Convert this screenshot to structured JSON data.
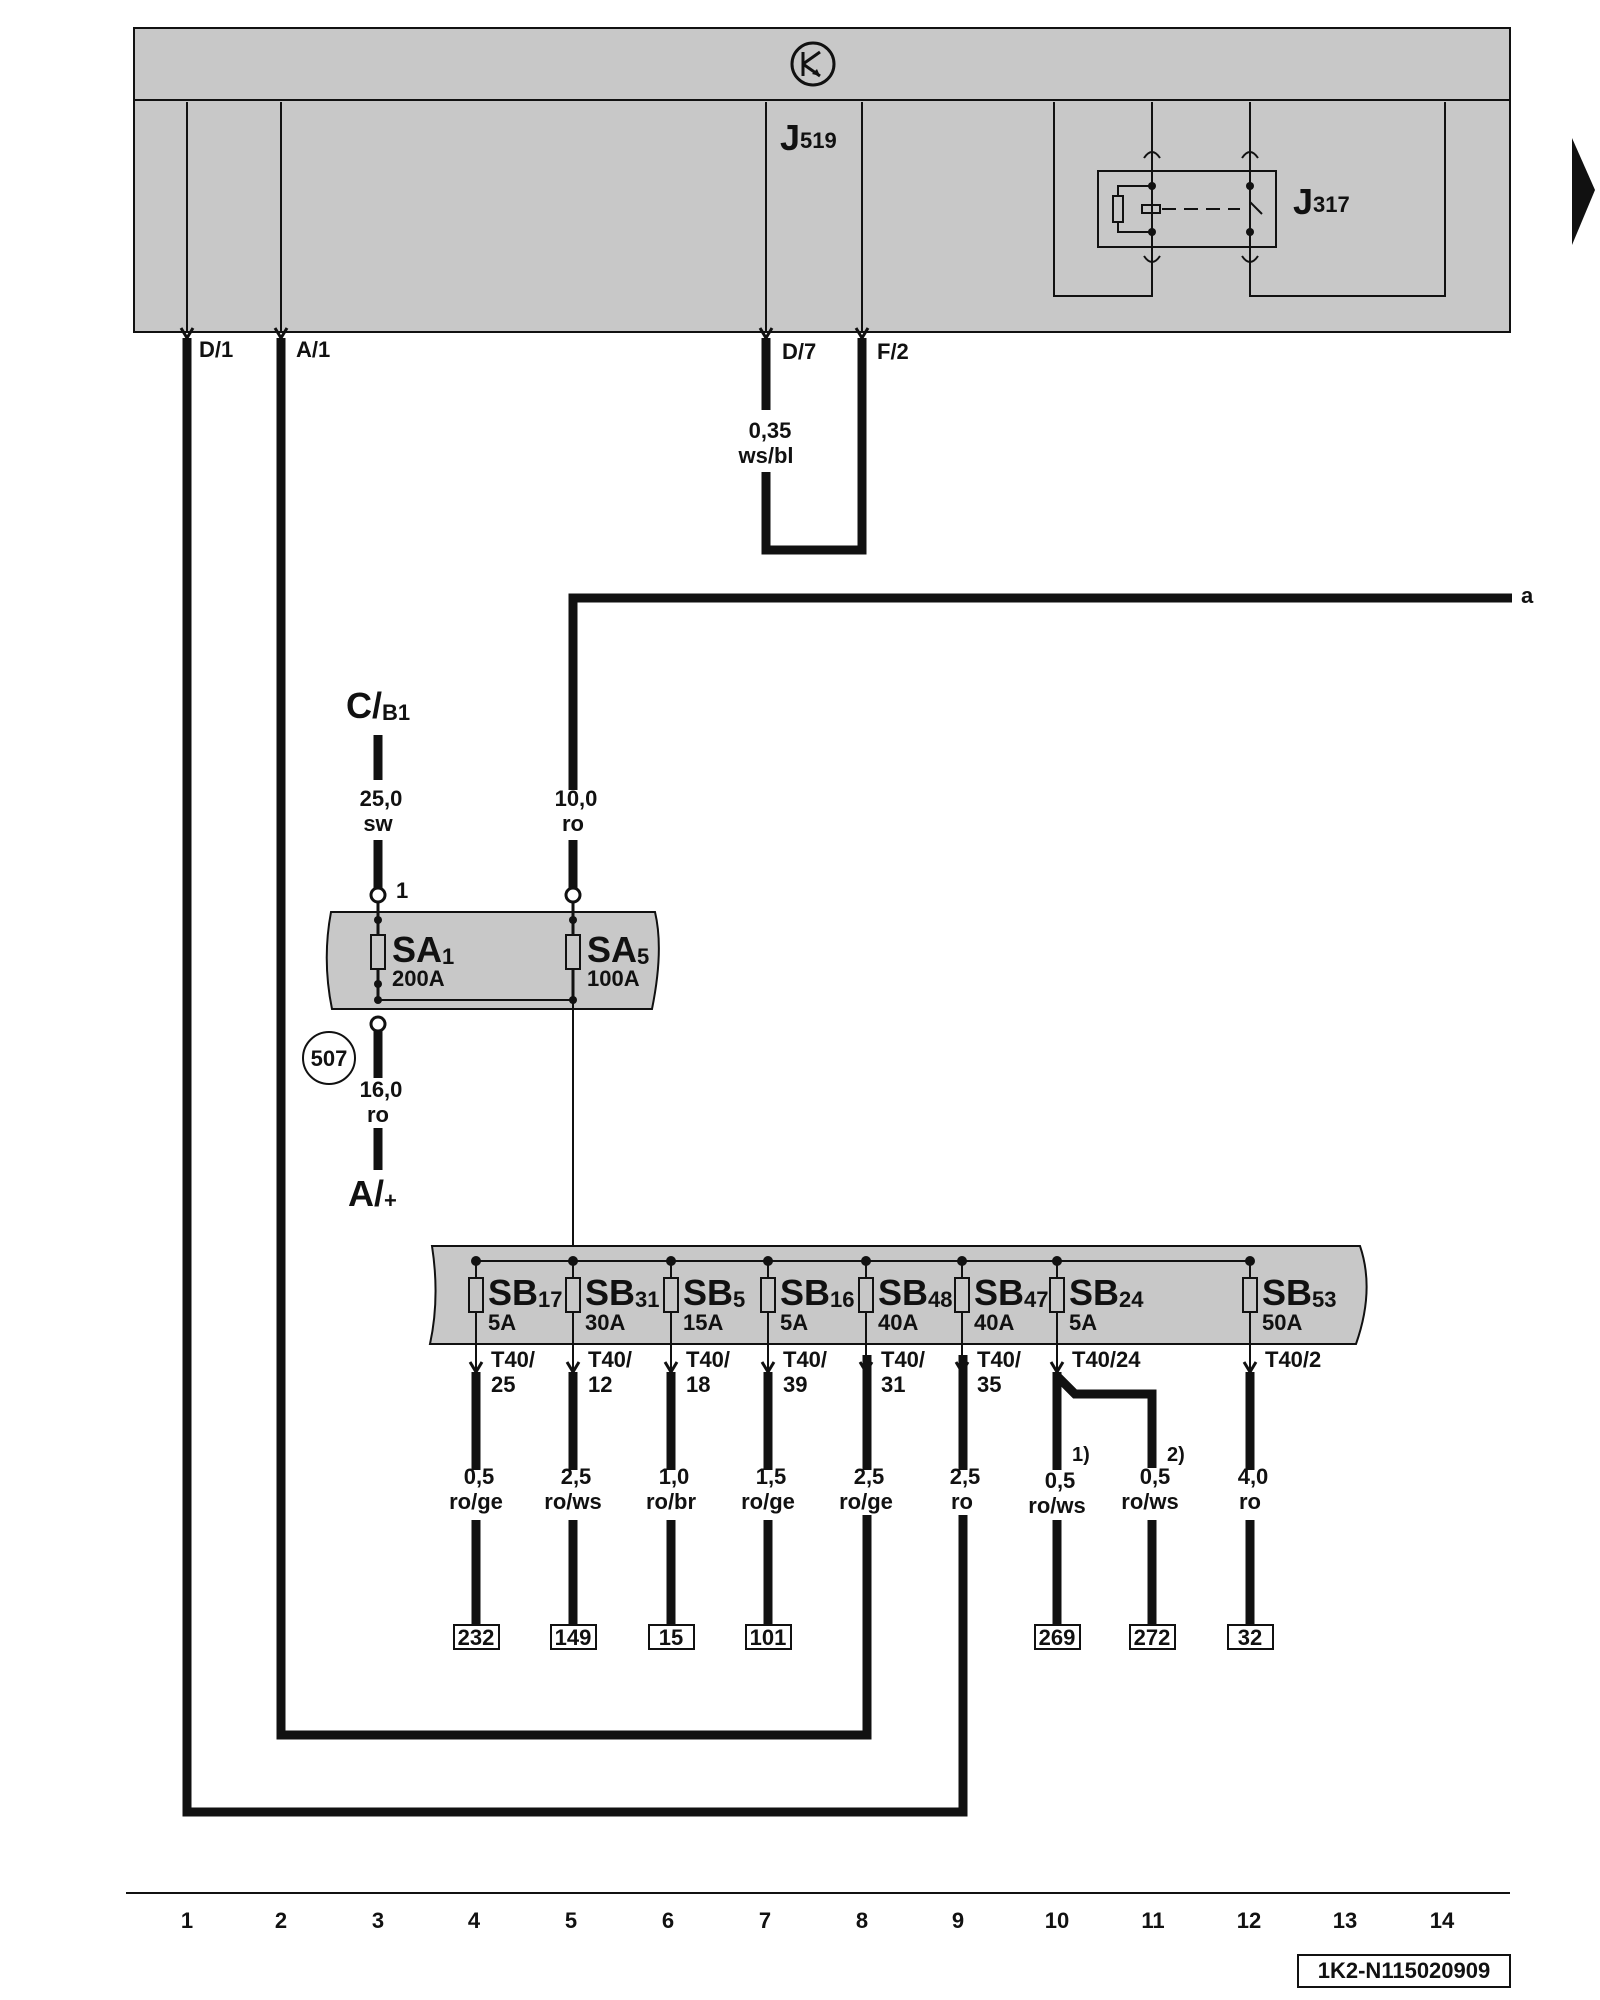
{
  "ecu": {
    "name": "J",
    "sub": "519",
    "pins": [
      {
        "id": "D/1"
      },
      {
        "id": "A/1"
      },
      {
        "id": "D/7"
      },
      {
        "id": "F/2"
      }
    ]
  },
  "relay": {
    "name": "J",
    "sub": "317"
  },
  "wire_d7": {
    "gauge": "0,35",
    "color": "ws/bl"
  },
  "ref_a": "a",
  "supply_top": {
    "name": "C/",
    "sub": "B1"
  },
  "supply_bottom": {
    "name": "A/",
    "sub": "+"
  },
  "feed_wires": [
    {
      "gauge": "25,0",
      "color": "sw"
    },
    {
      "gauge": "10,0",
      "color": "ro"
    }
  ],
  "terminal_1": "1",
  "connector_507": "507",
  "wire_bottom": {
    "gauge": "16,0",
    "color": "ro"
  },
  "sa_fuses": [
    {
      "name": "SA",
      "sub": "1",
      "rating": "200A"
    },
    {
      "name": "SA",
      "sub": "5",
      "rating": "100A"
    }
  ],
  "sb_fuses": [
    {
      "name": "SB",
      "sub": "17",
      "rating": "5A",
      "conn1": "T40/",
      "conn2": "25",
      "gauge": "0,5",
      "color": "ro/ge",
      "dest": "232"
    },
    {
      "name": "SB",
      "sub": "31",
      "rating": "30A",
      "conn1": "T40/",
      "conn2": "12",
      "gauge": "2,5",
      "color": "ro/ws",
      "dest": "149"
    },
    {
      "name": "SB",
      "sub": "5",
      "rating": "15A",
      "conn1": "T40/",
      "conn2": "18",
      "gauge": "1,0",
      "color": "ro/br",
      "dest": "15"
    },
    {
      "name": "SB",
      "sub": "16",
      "rating": "5A",
      "conn1": "T40/",
      "conn2": "39",
      "gauge": "1,5",
      "color": "ro/ge",
      "dest": "101"
    },
    {
      "name": "SB",
      "sub": "48",
      "rating": "40A",
      "conn1": "T40/",
      "conn2": "31",
      "gauge": "2,5",
      "color": "ro/ge",
      "dest": ""
    },
    {
      "name": "SB",
      "sub": "47",
      "rating": "40A",
      "conn1": "T40/",
      "conn2": "35",
      "gauge": "2,5",
      "color": "ro",
      "dest": ""
    },
    {
      "name": "SB",
      "sub": "24",
      "rating": "5A",
      "conn1": "T40/24",
      "conn2": "",
      "gauge": "0,5",
      "color": "ro/ws",
      "dest": "269"
    },
    {
      "name": "SB",
      "sub": "53",
      "rating": "50A",
      "conn1": "T40/2",
      "conn2": "",
      "gauge": "4,0",
      "color": "ro",
      "dest": "32"
    }
  ],
  "branch_sb24": {
    "label1": "1)",
    "label2": "2)",
    "gauge": "0,5",
    "color": "ro/ws",
    "dest": "272"
  },
  "columns": [
    "1",
    "2",
    "3",
    "4",
    "5",
    "6",
    "7",
    "8",
    "9",
    "10",
    "11",
    "12",
    "13",
    "14"
  ],
  "doc_id": "1K2-N115020909"
}
